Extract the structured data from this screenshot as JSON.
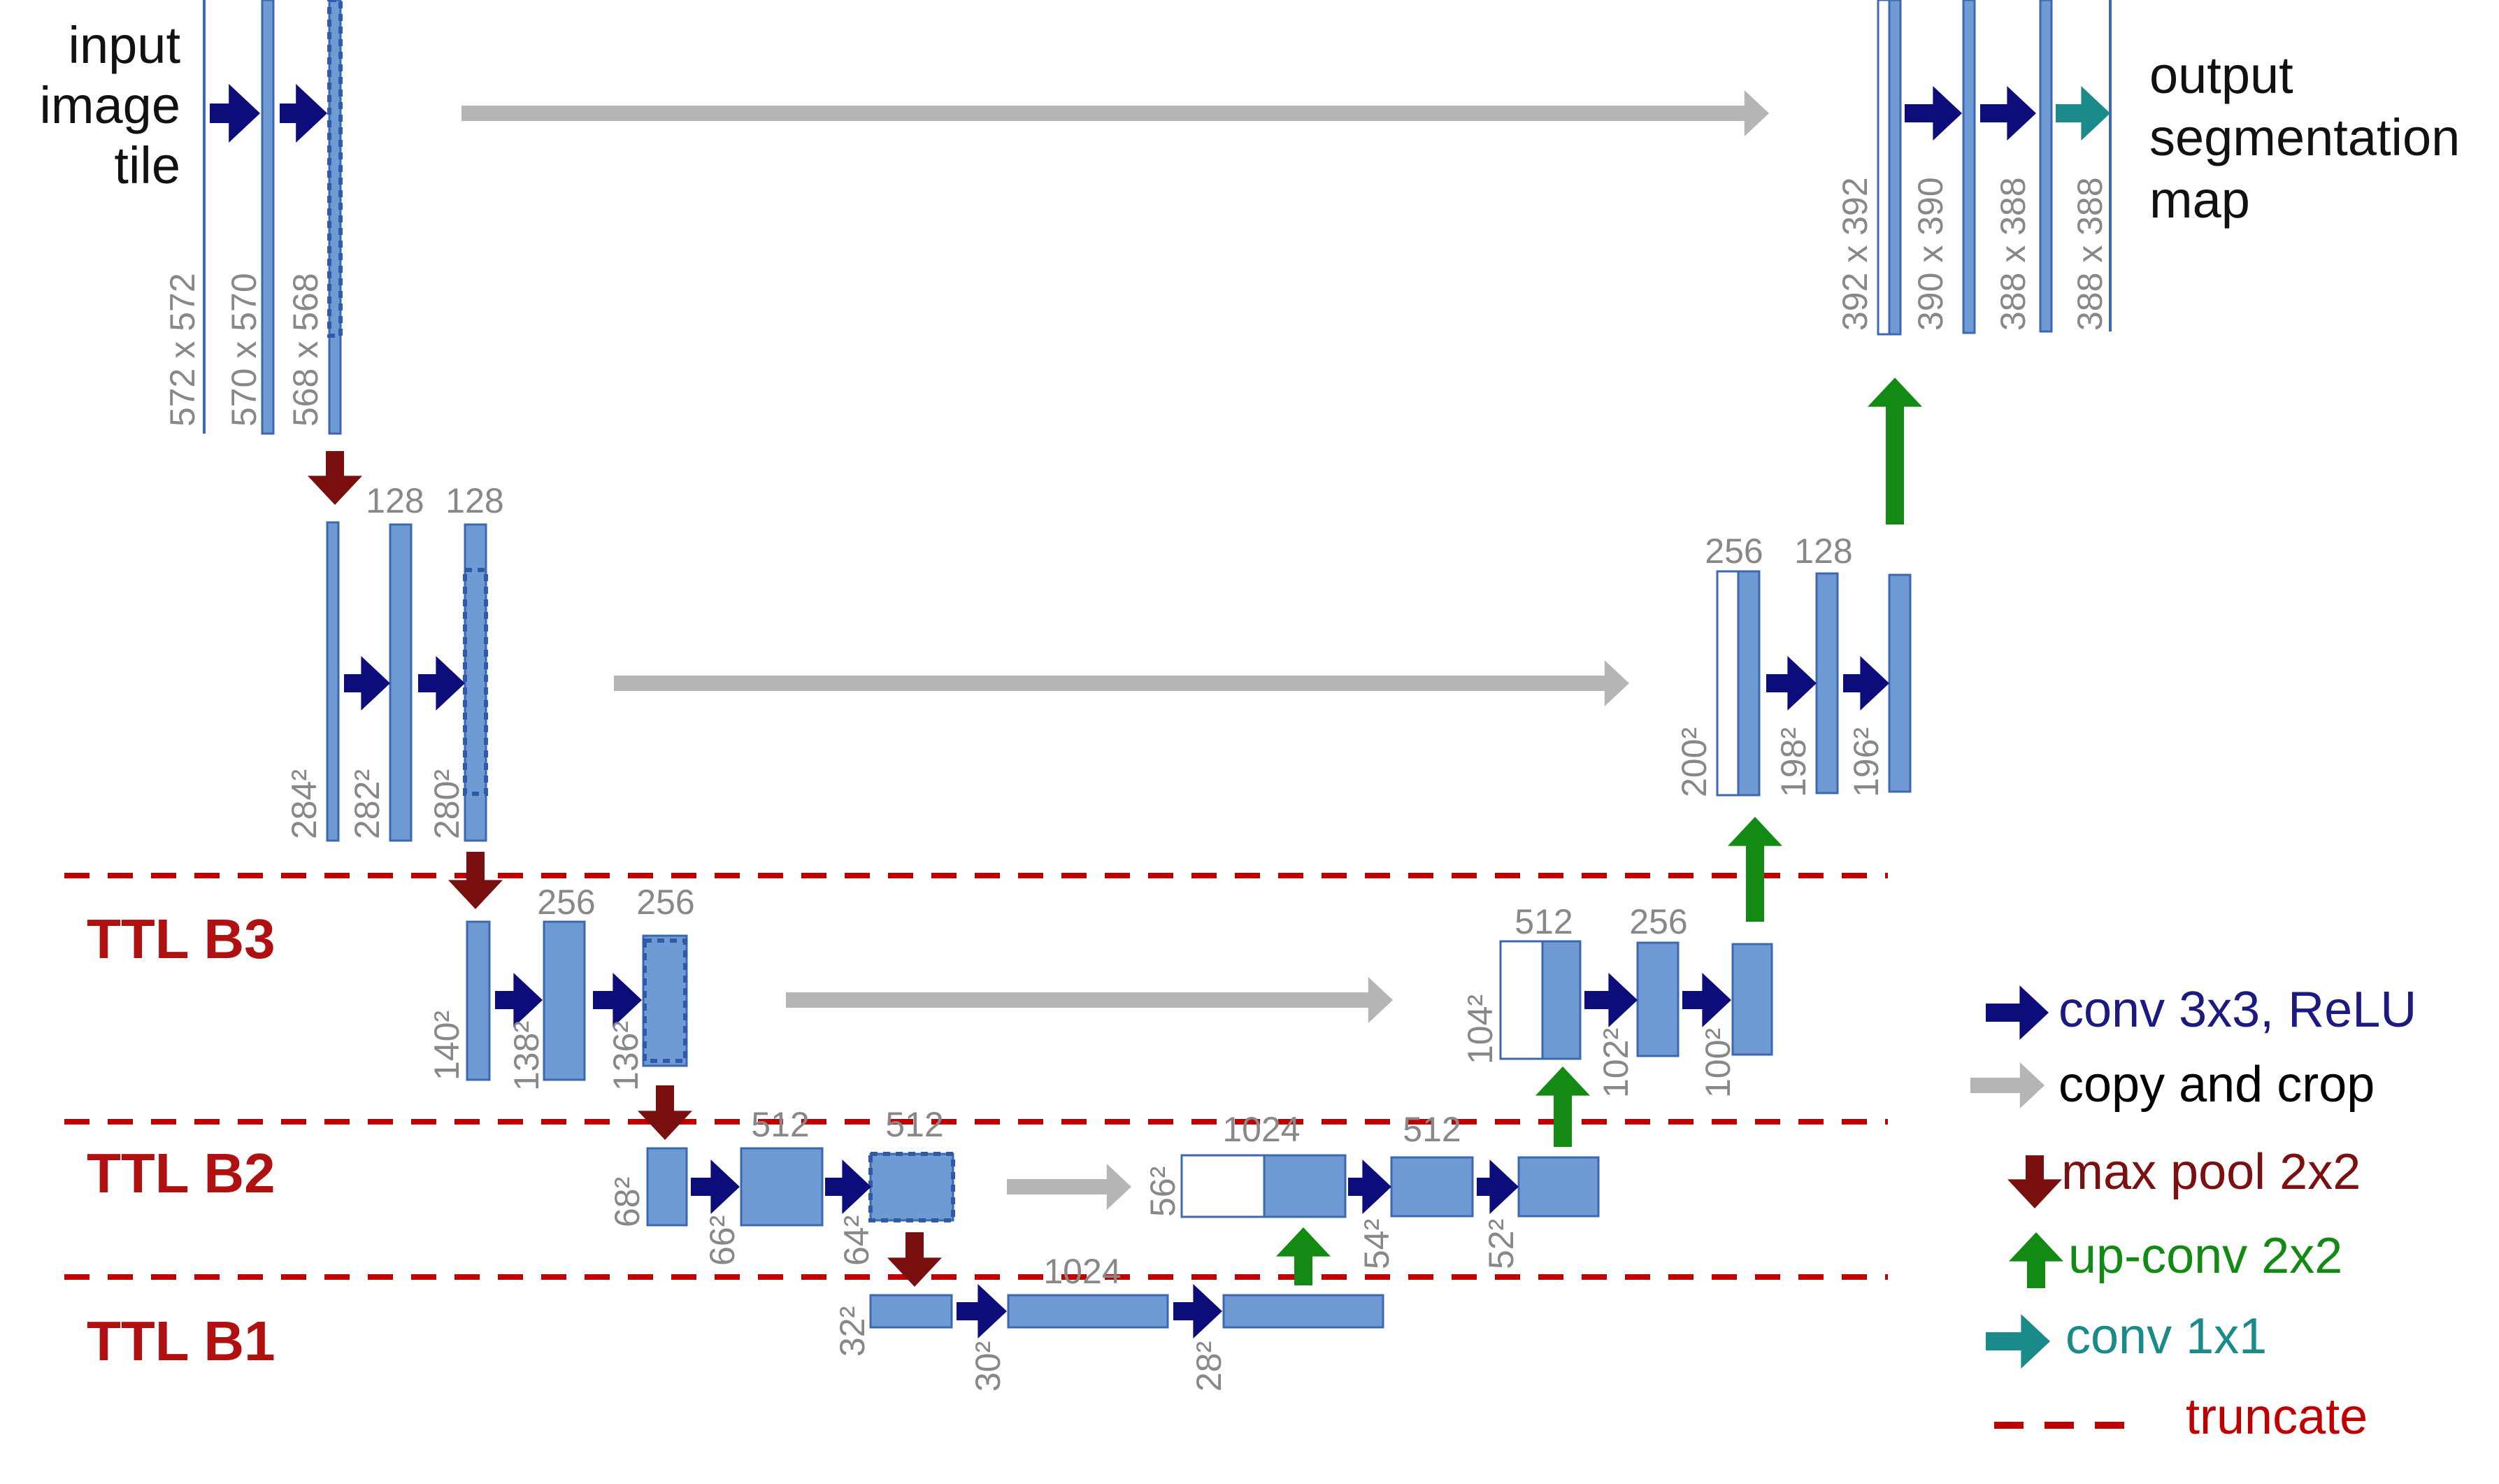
{
  "input_label": [
    "input",
    "image",
    "tile"
  ],
  "output_label": [
    "output",
    "segmentation",
    "map"
  ],
  "truncate_labels": [
    "TTL B3",
    "TTL B2",
    "TTL B1"
  ],
  "legend": [
    {
      "label": "conv 3x3, ReLU",
      "color": "#1a1a80",
      "icon": "arrow-right-icon"
    },
    {
      "label": "copy and crop",
      "color": "#000000",
      "icon": "arrow-right-gray-icon"
    },
    {
      "label": "max pool 2x2",
      "color": "#7a1010",
      "icon": "arrow-down-icon"
    },
    {
      "label": "up-conv 2x2",
      "color": "#138a13",
      "icon": "arrow-up-icon"
    },
    {
      "label": "conv 1x1",
      "color": "#1a8a8a",
      "icon": "arrow-right-teal-icon"
    },
    {
      "label": "truncate",
      "color": "#c00000",
      "icon": "dashed-line-icon"
    }
  ],
  "channel_labels": [
    "128",
    "128",
    "256",
    "256",
    "512",
    "512",
    "1024",
    "512",
    "512",
    "256",
    "256",
    "128"
  ],
  "size_labels": [
    "572 x 572",
    "570 x 570",
    "568 x 568",
    "284²",
    "282²",
    "280²",
    "140²",
    "138²",
    "136²",
    "68²",
    "66²",
    "64²",
    "32²",
    "30²",
    "28²",
    "56²",
    "54²",
    "52²",
    "104²",
    "102²",
    "100²",
    "200²",
    "198²",
    "196²",
    "392 x 392",
    "390 x 390",
    "388 x 388",
    "388 x 388"
  ],
  "extra_channel_labels": [
    "1024"
  ],
  "colors": {
    "block": "#6f9ad4",
    "block_edge": "#3d68b0",
    "conv": "#0c0c7a",
    "copy": "#b5b5b5",
    "pool": "#7a0f0f",
    "upconv": "#138a13",
    "conv1x1": "#1a8a8a",
    "truncate": "#c00000"
  }
}
